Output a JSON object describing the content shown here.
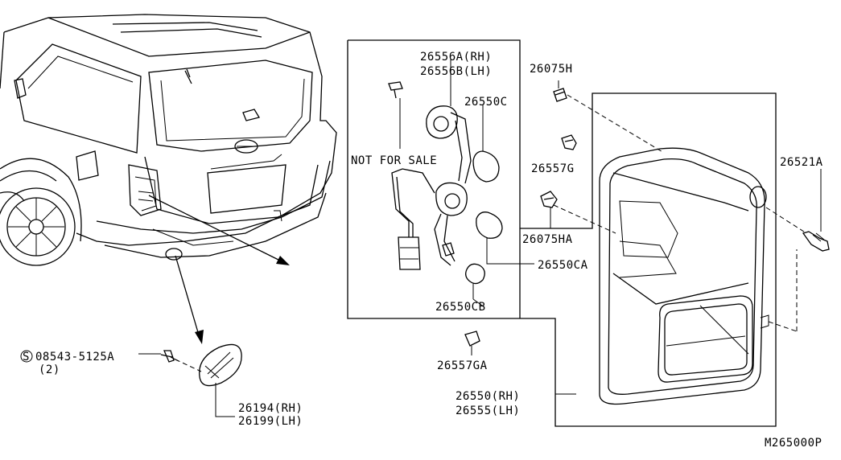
{
  "labels": {
    "p26556A": "26556A(RH)",
    "p26556B": "26556B(LH)",
    "p26550C": "26550C",
    "not_for_sale": "NOT FOR SALE",
    "p26550CA": "26550CA",
    "p26550CB": "26550CB",
    "p26075H": "26075H",
    "p26557G": "26557G",
    "p26075HA": "26075HA",
    "p26521A": "26521A",
    "p26557GA": "26557GA",
    "p26550": "26550(RH)",
    "p26555": "26555(LH)",
    "s_mark": "S",
    "p08543": "08543-5125A",
    "qty2": "(2)",
    "p26194": "26194(RH)",
    "p26199": "26199(LH)",
    "diagram_code": "M265000P"
  }
}
